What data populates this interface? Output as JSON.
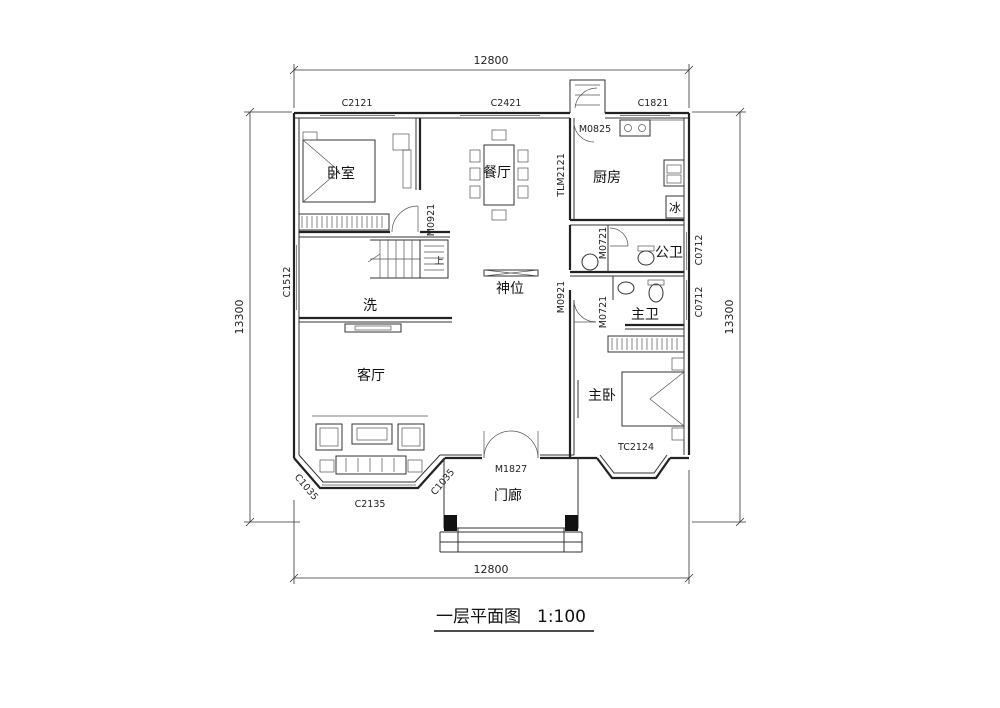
{
  "title": "一层平面图",
  "scale": "1:100",
  "dimensions": {
    "top": "12800",
    "bottom": "12800",
    "left": "13300",
    "right": "13300"
  },
  "rooms": {
    "bedroom": "卧室",
    "dining": "餐厅",
    "kitchen": "厨房",
    "shrine": "神位",
    "public_bath": "公卫",
    "laundry": "洗",
    "master_bath": "主卫",
    "living": "客厅",
    "master_bedroom": "主卧",
    "porch": "门廊",
    "fridge": "冰",
    "stair_up": "上"
  },
  "codes": {
    "c2121": "C2121",
    "c2421": "C2421",
    "c1821": "C1821",
    "m0825": "M0825",
    "tlm2121": "TLM2121",
    "m0921_a": "M0921",
    "m0921_b": "M0921",
    "m0721_a": "M0721",
    "m0721_b": "M0721",
    "c0712_a": "C0712",
    "c0712_b": "C0712",
    "c1512": "C1512",
    "c1035_a": "C1035",
    "c1035_b": "C1035",
    "c2135": "C2135",
    "m1827": "M1827",
    "tc2124": "TC2124"
  }
}
